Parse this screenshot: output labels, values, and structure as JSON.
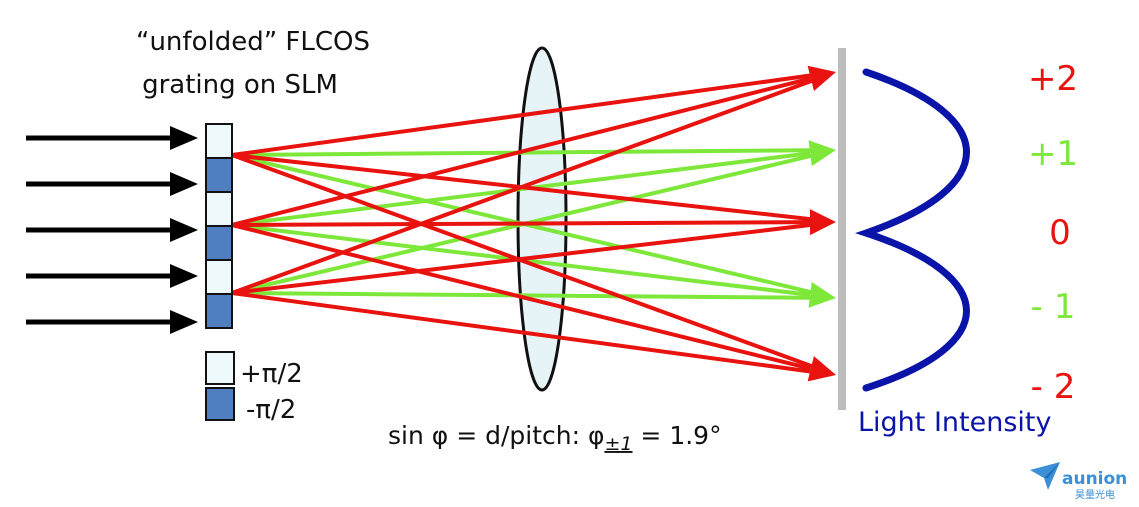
{
  "title": {
    "line1": "“unfolded” FLCOS",
    "line2": "grating on SLM"
  },
  "legend": {
    "plus_label": "+π/2",
    "minus_label": "-π/2"
  },
  "formula": {
    "prefix": "sin φ = d/pitch: φ",
    "subscript": "±1",
    "suffix": " = 1.9°"
  },
  "orders": [
    {
      "label": "+2",
      "color": "#e8130f"
    },
    {
      "label": "+1",
      "color": "#7de83a"
    },
    {
      "label": "0",
      "color": "#e8130f"
    },
    {
      "label": "- 1",
      "color": "#7de83a"
    },
    {
      "label": "- 2",
      "color": "#e8130f"
    }
  ],
  "intensity_label": "Light Intensity",
  "logo": {
    "name": "aunion",
    "subtext": "昊量光电"
  },
  "colors": {
    "red_beam": "#e8130f",
    "green_beam": "#7de83a",
    "pixel_light": "#eef9fb",
    "pixel_dark": "#4f7fc0",
    "lens_fill": "#e6f4f8",
    "screen": "#bdbdbd",
    "intensity_curve": "#0a14a8",
    "logo": "#3a8fd6"
  },
  "icons": [
    "input-beam-arrow",
    "lens-shape",
    "intensity-curve",
    "aunion-logo-icon"
  ]
}
